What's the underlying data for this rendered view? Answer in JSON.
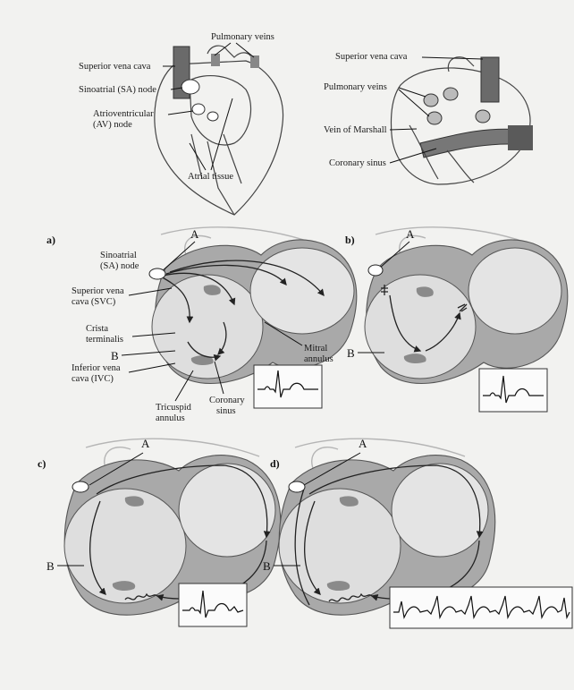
{
  "top_left": {
    "labels": {
      "pulmonary_veins": "Pulmonary veins",
      "svc": "Superior vena cava",
      "sa_node": "Sinoatrial (SA) node",
      "av_node_line1": "Atrioventricular",
      "av_node_line2": "(AV) node",
      "atrial_tissue": "Atrial tissue"
    }
  },
  "top_right": {
    "labels": {
      "svc": "Superior vena cava",
      "pulmonary_veins": "Pulmonary veins",
      "vein_of_marshall": "Vein of Marshall",
      "coronary_sinus": "Coronary sinus"
    }
  },
  "panels": {
    "a": {
      "label": "a)",
      "letter_a": "A",
      "letter_b": "B",
      "sa_line1": "Sinoatrial",
      "sa_line2": "(SA) node",
      "svc_line1": "Superior vena",
      "svc_line2": "cava (SVC)",
      "crista_line1": "Crista",
      "crista_line2": "terminalis",
      "ivc_line1": "Inferior vena",
      "ivc_line2": "cava (IVC)",
      "tricuspid_line1": "Tricuspid",
      "tricuspid_line2": "annulus",
      "coronary_line1": "Coronary",
      "coronary_line2": "sinus",
      "mitral_line1": "Mitral",
      "mitral_line2": "annulus"
    },
    "b": {
      "label": "b)",
      "letter_a": "A",
      "letter_b": "B"
    },
    "c": {
      "label": "c)",
      "letter_a": "A",
      "letter_b": "B"
    },
    "d": {
      "label": "d)",
      "letter_a": "A",
      "letter_b": "B"
    }
  }
}
